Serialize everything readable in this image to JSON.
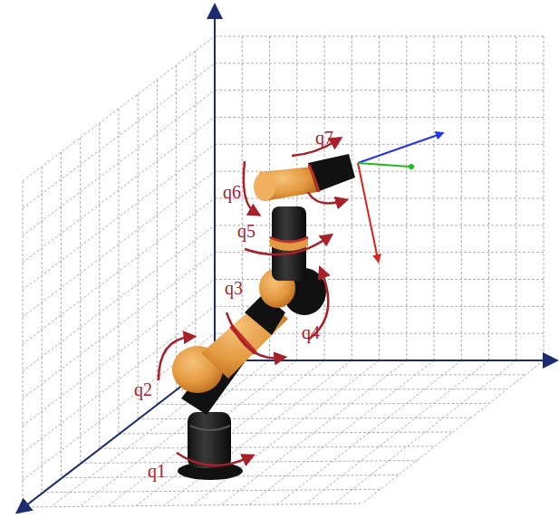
{
  "diagram": {
    "labels": [
      "q7",
      "q6",
      "q5",
      "q3",
      "q4",
      "q2",
      "q1"
    ]
  }
}
